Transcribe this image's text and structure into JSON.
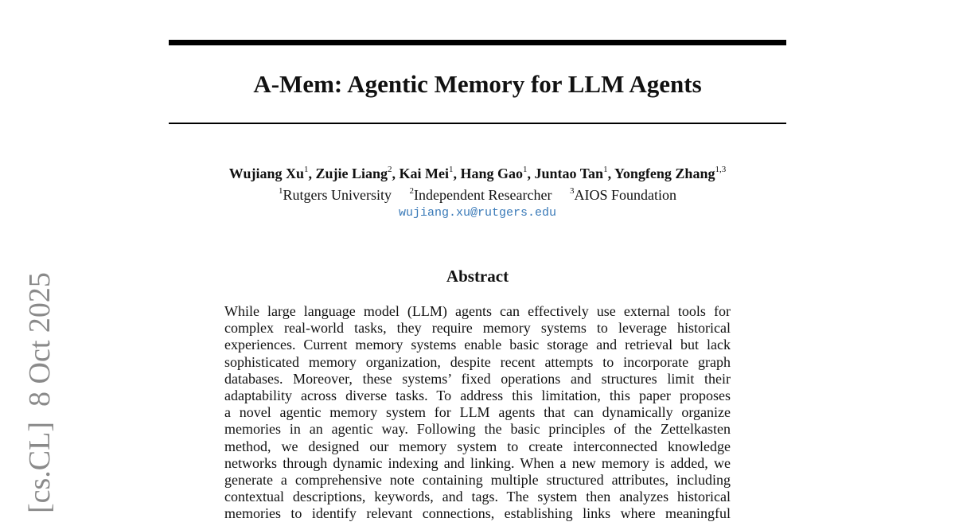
{
  "sidebar": {
    "arxiv_stamp": "[cs.CL]  8 Oct 2025"
  },
  "title": "A-Mem: Agentic Memory for LLM Agents",
  "authors": [
    {
      "name": "Wujiang Xu",
      "aff": "1"
    },
    {
      "name": "Zujie Liang",
      "aff": "2"
    },
    {
      "name": "Kai Mei",
      "aff": "1"
    },
    {
      "name": "Hang Gao",
      "aff": "1"
    },
    {
      "name": "Juntao Tan",
      "aff": "1"
    },
    {
      "name": "Yongfeng Zhang",
      "aff": "1,3"
    }
  ],
  "affiliations": [
    {
      "num": "1",
      "name": "Rutgers University"
    },
    {
      "num": "2",
      "name": "Independent Researcher"
    },
    {
      "num": "3",
      "name": "AIOS Foundation"
    }
  ],
  "email": "wujiang.xu@rutgers.edu",
  "abstract": {
    "heading": "Abstract",
    "lines": [
      "While large language model (LLM) agents can effectively use external tools for",
      "complex real-world tasks, they require memory systems to leverage historical",
      "experiences. Current memory systems enable basic storage and retrieval but lack",
      "sophisticated memory organization, despite recent attempts to incorporate graph",
      "databases. Moreover, these systems’ fixed operations and structures limit their",
      "adaptability across diverse tasks. To address this limitation, this paper proposes",
      "a novel agentic memory system for LLM agents that can dynamically organize",
      "memories in an agentic way. Following the basic principles of the Zettelkasten",
      "method, we designed our memory system to create interconnected knowledge",
      "networks through dynamic indexing and linking. When a new memory is added, we",
      "generate a comprehensive note containing multiple structured attributes, including",
      "contextual descriptions, keywords, and tags. The system then analyzes historical",
      "memories to identify relevant connections, establishing links where meaningful"
    ]
  }
}
